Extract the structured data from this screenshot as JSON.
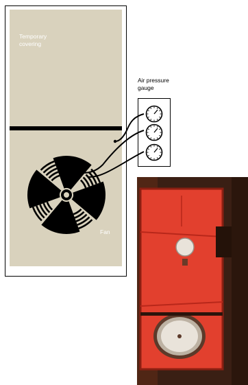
{
  "diagram": {
    "labels": {
      "temporary_covering": [
        "Temporary",
        "covering"
      ],
      "air_pressure_gauge": [
        "Air pressure",
        "gauge"
      ],
      "fan": "Fan"
    },
    "colors": {
      "covering_fill": "#d9d2bd",
      "frame_stroke": "#000000",
      "covering_label_text": "#ffffff",
      "ink": "#000000",
      "gauge_face": "#ffffff"
    },
    "gauge_count": 3
  },
  "photo": {
    "description_icon": "blower-door-photo",
    "colors": {
      "red_panel": "#e2402e",
      "dark_surround": "#3a1f14",
      "gauge_face": "#e9e3da"
    }
  }
}
